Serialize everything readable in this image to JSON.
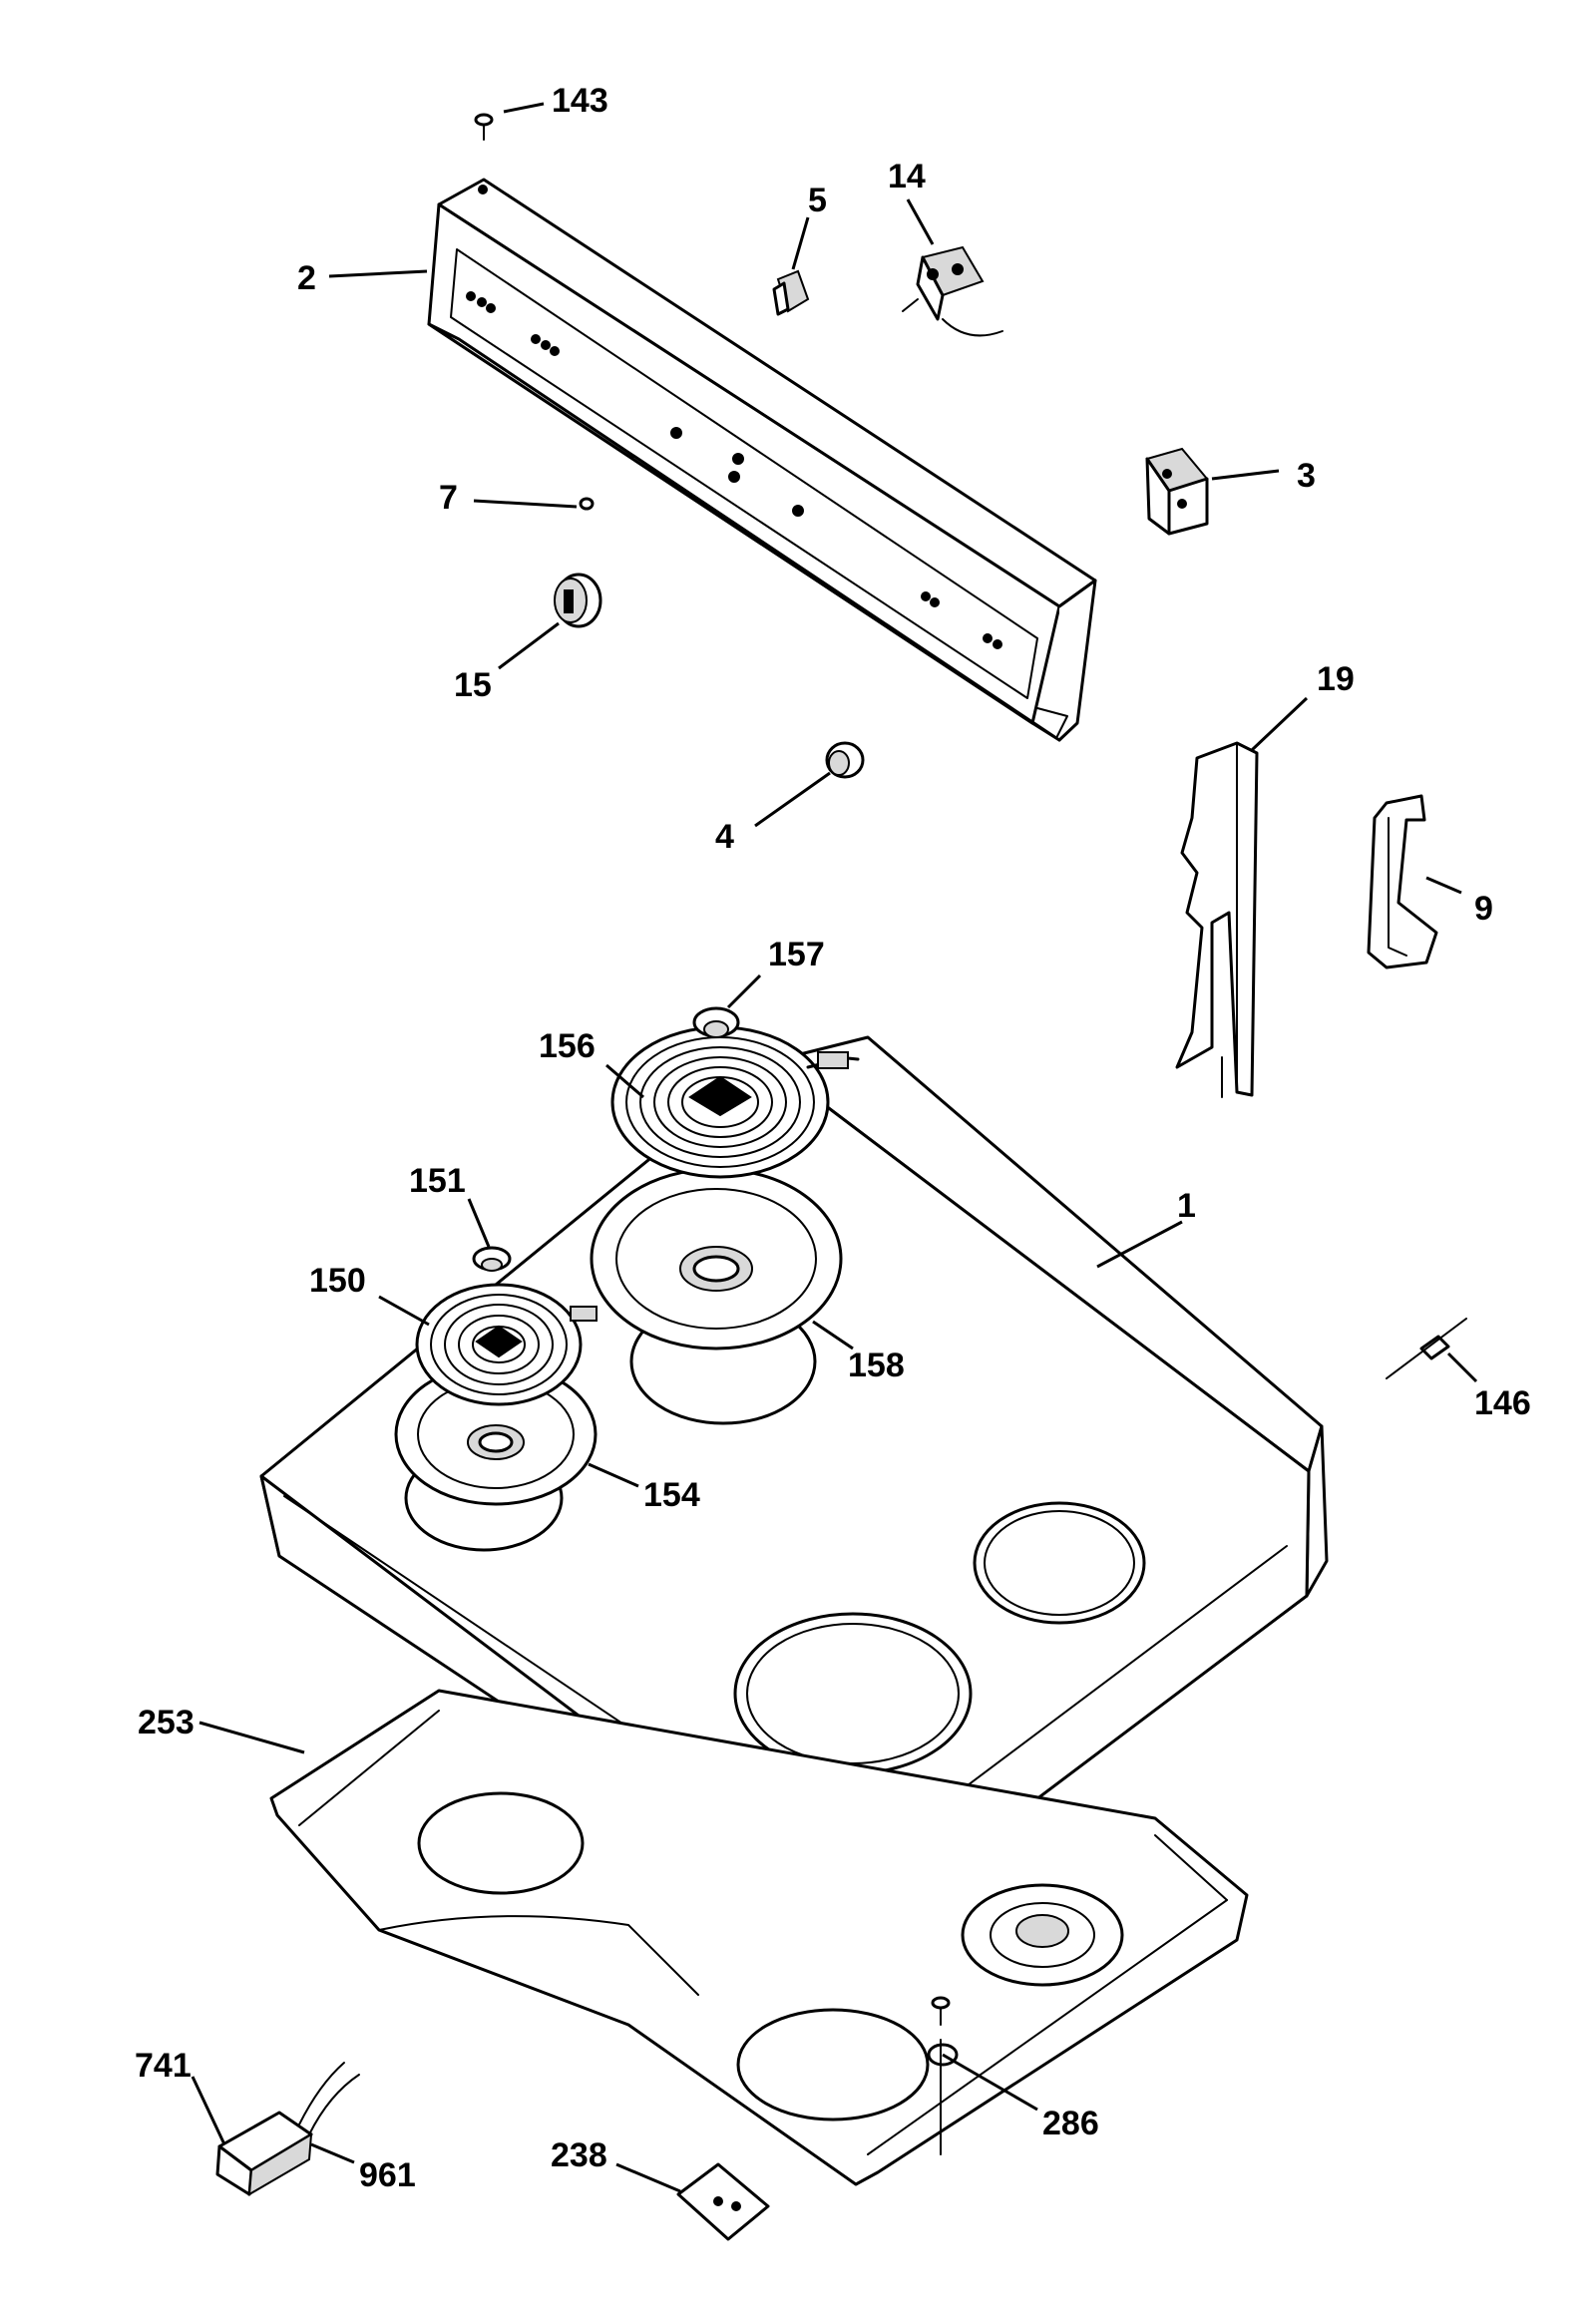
{
  "callouts": {
    "c143": "143",
    "c2": "2",
    "c5": "5",
    "c14": "14",
    "c3": "3",
    "c7": "7",
    "c15": "15",
    "c4": "4",
    "c19": "19",
    "c9": "9",
    "c157": "157",
    "c156": "156",
    "c151": "151",
    "c150": "150",
    "c158": "158",
    "c1": "1",
    "c146": "146",
    "c154": "154",
    "c253": "253",
    "c741": "741",
    "c961": "961",
    "c238": "238",
    "c286": "286"
  }
}
